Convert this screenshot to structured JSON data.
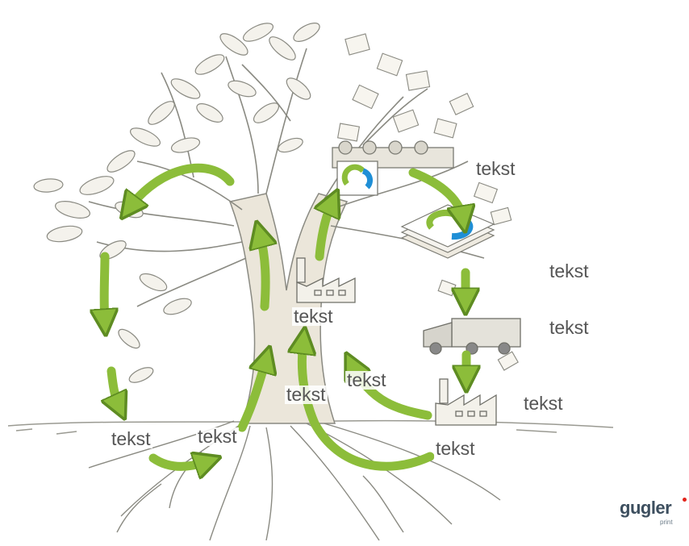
{
  "labels": {
    "paper_sheets": "tekst",
    "sorting_top": "tekst",
    "truck": "tekst",
    "recycling_plant": "tekst",
    "pulp_mill": "tekst",
    "center_right": "tekst",
    "center_left": "tekst",
    "soil_right": "tekst",
    "soil_left_a": "tekst",
    "soil_left_b": "tekst"
  },
  "logo": {
    "brand": "gugler",
    "sub": "print"
  },
  "colors": {
    "arrow_green": "#8cbd3a",
    "arrow_edge": "#5e8c22",
    "trunk_fill": "#ebe6da",
    "line_ink": "#8a8a82",
    "logo_dot": "#e2231a",
    "cycle_blue": "#1f8fd6",
    "cycle_green": "#8cbd3a"
  }
}
